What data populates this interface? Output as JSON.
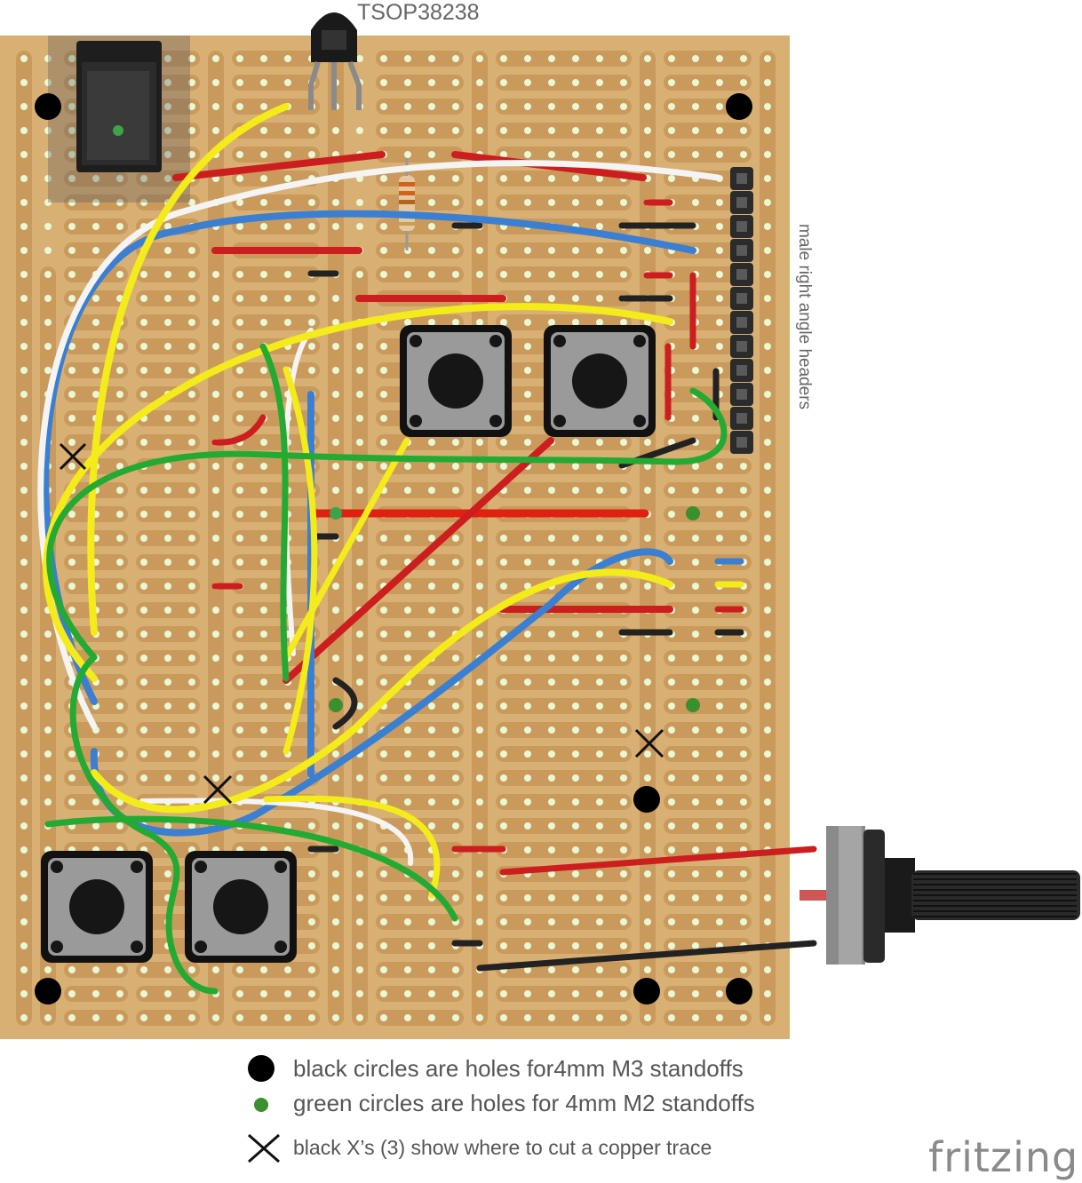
{
  "labels": {
    "ir_receiver": "TSOP38238",
    "header": "male right angle headers"
  },
  "legend": [
    {
      "symbol": "black-circle",
      "text": "black circles are  holes for4mm M3 standoffs"
    },
    {
      "symbol": "green-circle",
      "text": "green circles are holes for 4mm M2 standoffs"
    },
    {
      "symbol": "black-x",
      "text": "black X’s (3) show where to cut a copper trace"
    }
  ],
  "brand": "fritzing",
  "colors": {
    "board": "#d9b073",
    "copper_strip": "#c99a5c",
    "hole": "#eaf7d5",
    "wire_red": "#cc1e1e",
    "wire_yellow": "#f4ec1a",
    "wire_green": "#22aa33",
    "wire_blue": "#3a7fd2",
    "wire_white": "#f4f4f4",
    "wire_black": "#222222"
  }
}
